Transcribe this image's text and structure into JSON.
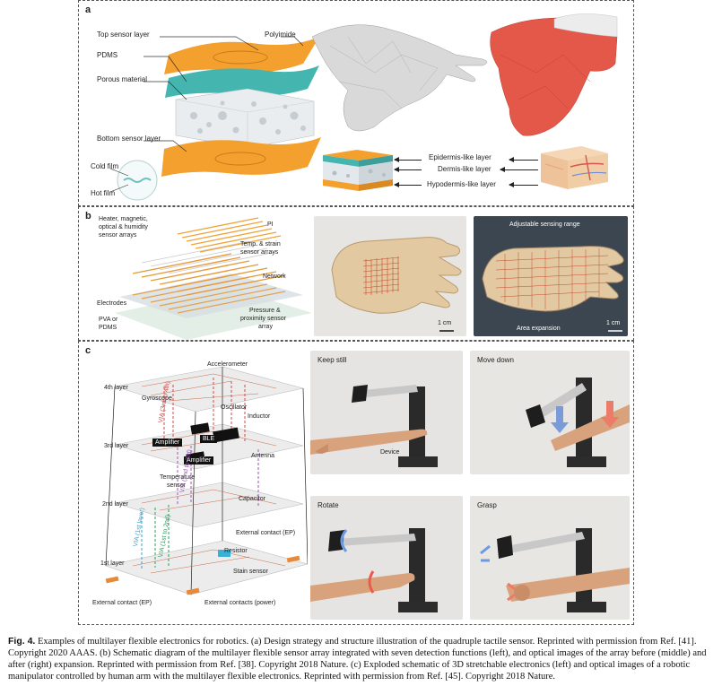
{
  "panel_a": {
    "label": "a",
    "stack_labels": {
      "top_sensor_layer": "Top sensor layer",
      "polyimide": "Polyimide",
      "pdms": "PDMS",
      "porous_material": "Porous material",
      "bottom_sensor_layer": "Bottom sensor layer",
      "cold_film": "Cold film",
      "hot_film": "Hot film"
    },
    "skin_labels": {
      "epidermis": "Epidermis-like layer",
      "dermis": "Dermis-like layer",
      "hypodermis": "Hypodermis-like layer"
    }
  },
  "panel_b": {
    "label": "b",
    "schematic_labels": {
      "heater": "Heater, magnetic,",
      "heater2": "optical & humidity",
      "heater3": "sensor arrays",
      "pi": "PI",
      "temp": "Temp. & strain",
      "temp2": "sensor arrays",
      "network": "Network",
      "electrodes": "Electrodes",
      "pva": "PVA or",
      "pva2": "PDMS",
      "pressure": "Pressure &",
      "pressure2": "proximity sensor",
      "pressure3": "array"
    },
    "scale_bar": "1 cm",
    "photo2_title": "Adjustable sensing range",
    "photo2_caption": "Area expansion"
  },
  "panel_c": {
    "label": "c",
    "layer_labels": {
      "l4": "4th layer",
      "l3": "3rd layer",
      "l2": "2nd layer",
      "l1": "1st layer"
    },
    "component_labels": {
      "accelerometer": "Accelerometer",
      "gyroscope": "Gyroscope",
      "oscillator": "Oscillator",
      "inductor": "Inductor",
      "amplifier1": "Amplifier",
      "ble": "BLE",
      "amplifier2": "Amplifier",
      "antenna": "Antenna",
      "temperature": "Temperature",
      "temperature2": "sensor",
      "capacitor": "Capacitor",
      "resistor": "Resistor",
      "strain": "Stain sensor",
      "ext_ep_right": "External contact (EP)",
      "ext_ep_left": "External contact (EP)",
      "ext_power": "External contacts (power)",
      "via_34": "VIA (3rd to 4th)",
      "via_23": "VIA (2nd to 3rd)",
      "via_12": "VIA (1st to 2nd)",
      "via_1st": "VIA (1st layer)"
    },
    "photos": [
      {
        "title": "Keep still",
        "extra": "Device"
      },
      {
        "title": "Move down"
      },
      {
        "title": "Rotate"
      },
      {
        "title": "Grasp"
      }
    ]
  },
  "caption": {
    "fig_label": "Fig. 4.",
    "text": "Examples of multilayer flexible electronics for robotics. (a) Design strategy and structure illustration of the quadruple tactile sensor. Reprinted with permission from Ref. [41]. Copyright 2020 AAAS. (b) Schematic diagram of the multilayer flexible sensor array integrated with seven detection functions (left), and optical images of the array before (middle) and after (right) expansion. Reprinted with permission from Ref. [38]. Copyright 2018 Nature. (c) Exploded schematic of 3D stretchable electronics (left) and optical images of a robotic manipulator controlled by human arm with the multilayer flexible electronics. Reprinted with permission from Ref. [45]. Copyright 2018 Nature."
  },
  "colors": {
    "orange": "#f4a02e",
    "teal": "#45b5b0",
    "foam": "#e9edf0",
    "hand_gray": "#d9d9d9",
    "hand_red": "#e4584a",
    "wood": "#e3c9a1",
    "dark_bg": "#3b4650"
  }
}
